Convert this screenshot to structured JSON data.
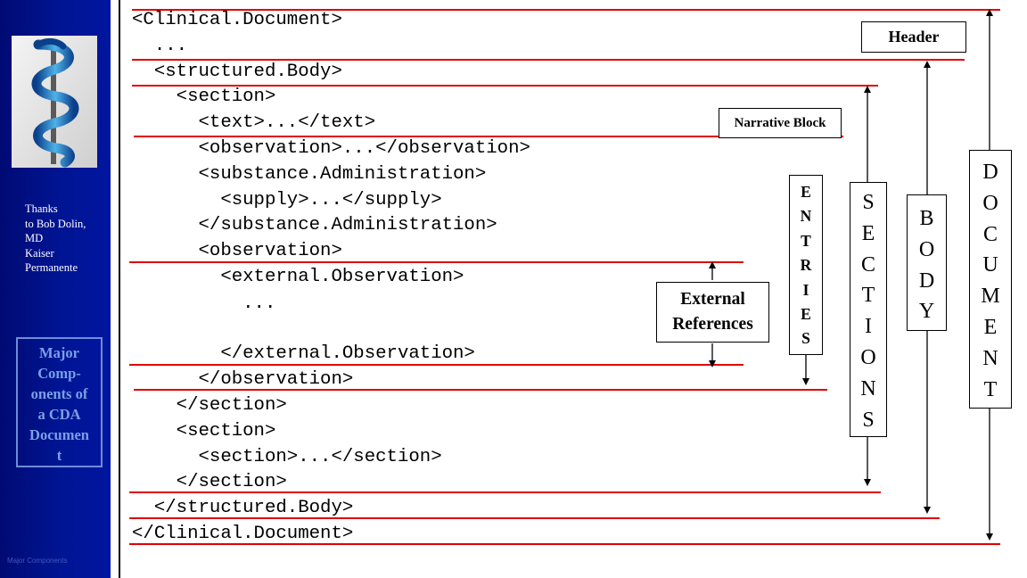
{
  "sidebar": {
    "credit": [
      "Thanks",
      "to Bob Dolin,",
      "MD",
      "Kaiser",
      "Permanente"
    ],
    "components_title": [
      "Major",
      "Comp-",
      "onents of",
      "a CDA",
      "Documen",
      "t"
    ],
    "footer": "Major Components"
  },
  "code_lines": [
    "<Clinical.Document>",
    "  ...",
    "  <structured.Body>",
    "    <section>",
    "      <text>...</text>",
    "      <observation>...</observation>",
    "      <substance.Administration>",
    "        <supply>...</supply>",
    "      </substance.Administration>",
    "      <observation>",
    "        <external.Observation>",
    "          ...",
    "        </external.Observation>",
    "      </observation>",
    "    </section>",
    "    <section>",
    "      <section>...</section>",
    "    </section>",
    "  </structured.Body>",
    "</Clinical.Document>"
  ],
  "labels": {
    "header": "Header",
    "narrative_block": "Narrative Block",
    "external_references": [
      "External",
      "References"
    ],
    "entries": [
      "E",
      "N",
      "T",
      "R",
      "I",
      "E",
      "S"
    ],
    "sections": [
      "S",
      "E",
      "C",
      "T",
      "I",
      "O",
      "N",
      "S"
    ],
    "body": [
      "B",
      "O",
      "D",
      "Y"
    ],
    "document": [
      "D",
      "O",
      "C",
      "U",
      "M",
      "E",
      "N",
      "T"
    ]
  },
  "colors": {
    "sidebar": "#00159e",
    "rule_red": "#e00000",
    "components_text": "#7aa0e6"
  }
}
